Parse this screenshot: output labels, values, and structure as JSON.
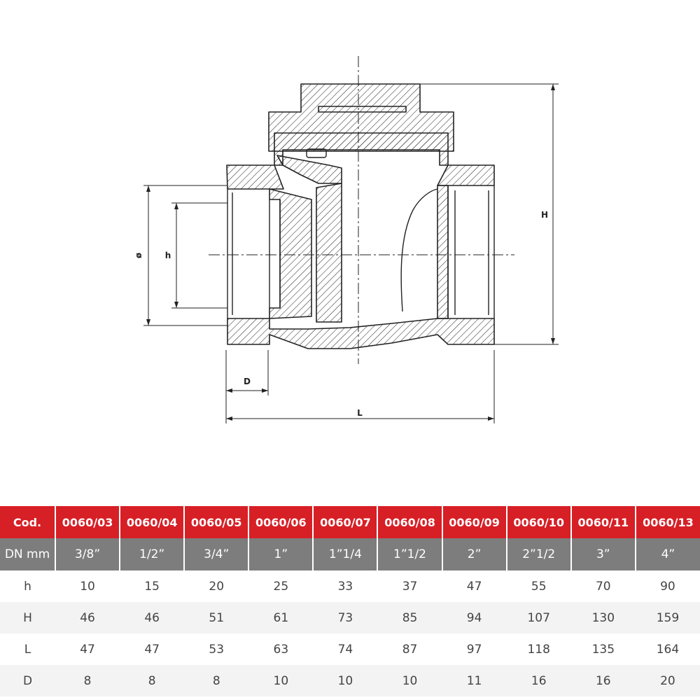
{
  "drawing": {
    "dimension_labels": {
      "phi": "ø",
      "h": "h",
      "H": "H",
      "D": "D",
      "L": "L"
    }
  },
  "table": {
    "header_label": "Cod.",
    "codes": [
      "0060/03",
      "0060/04",
      "0060/05",
      "0060/06",
      "0060/07",
      "0060/08",
      "0060/09",
      "0060/10",
      "0060/11",
      "0060/13"
    ],
    "dn_label": "DN mm",
    "dn": [
      "3/8”",
      "1/2”",
      "3/4”",
      "1”",
      "1”1/4",
      "1”1/2",
      "2”",
      "2”1/2",
      "3”",
      "4”"
    ],
    "rows": [
      {
        "label": "h",
        "values": [
          "10",
          "15",
          "20",
          "25",
          "33",
          "37",
          "47",
          "55",
          "70",
          "90"
        ]
      },
      {
        "label": "H",
        "values": [
          "46",
          "46",
          "51",
          "61",
          "73",
          "85",
          "94",
          "107",
          "130",
          "159"
        ]
      },
      {
        "label": "L",
        "values": [
          "47",
          "47",
          "53",
          "63",
          "74",
          "87",
          "97",
          "118",
          "135",
          "164"
        ]
      },
      {
        "label": "D",
        "values": [
          "8",
          "8",
          "8",
          "10",
          "10",
          "10",
          "11",
          "16",
          "16",
          "20"
        ]
      }
    ],
    "colors": {
      "header_bg": "#d71f26",
      "dn_bg": "#7d7d7d",
      "alt_row_bg": "#f3f3f3"
    }
  }
}
